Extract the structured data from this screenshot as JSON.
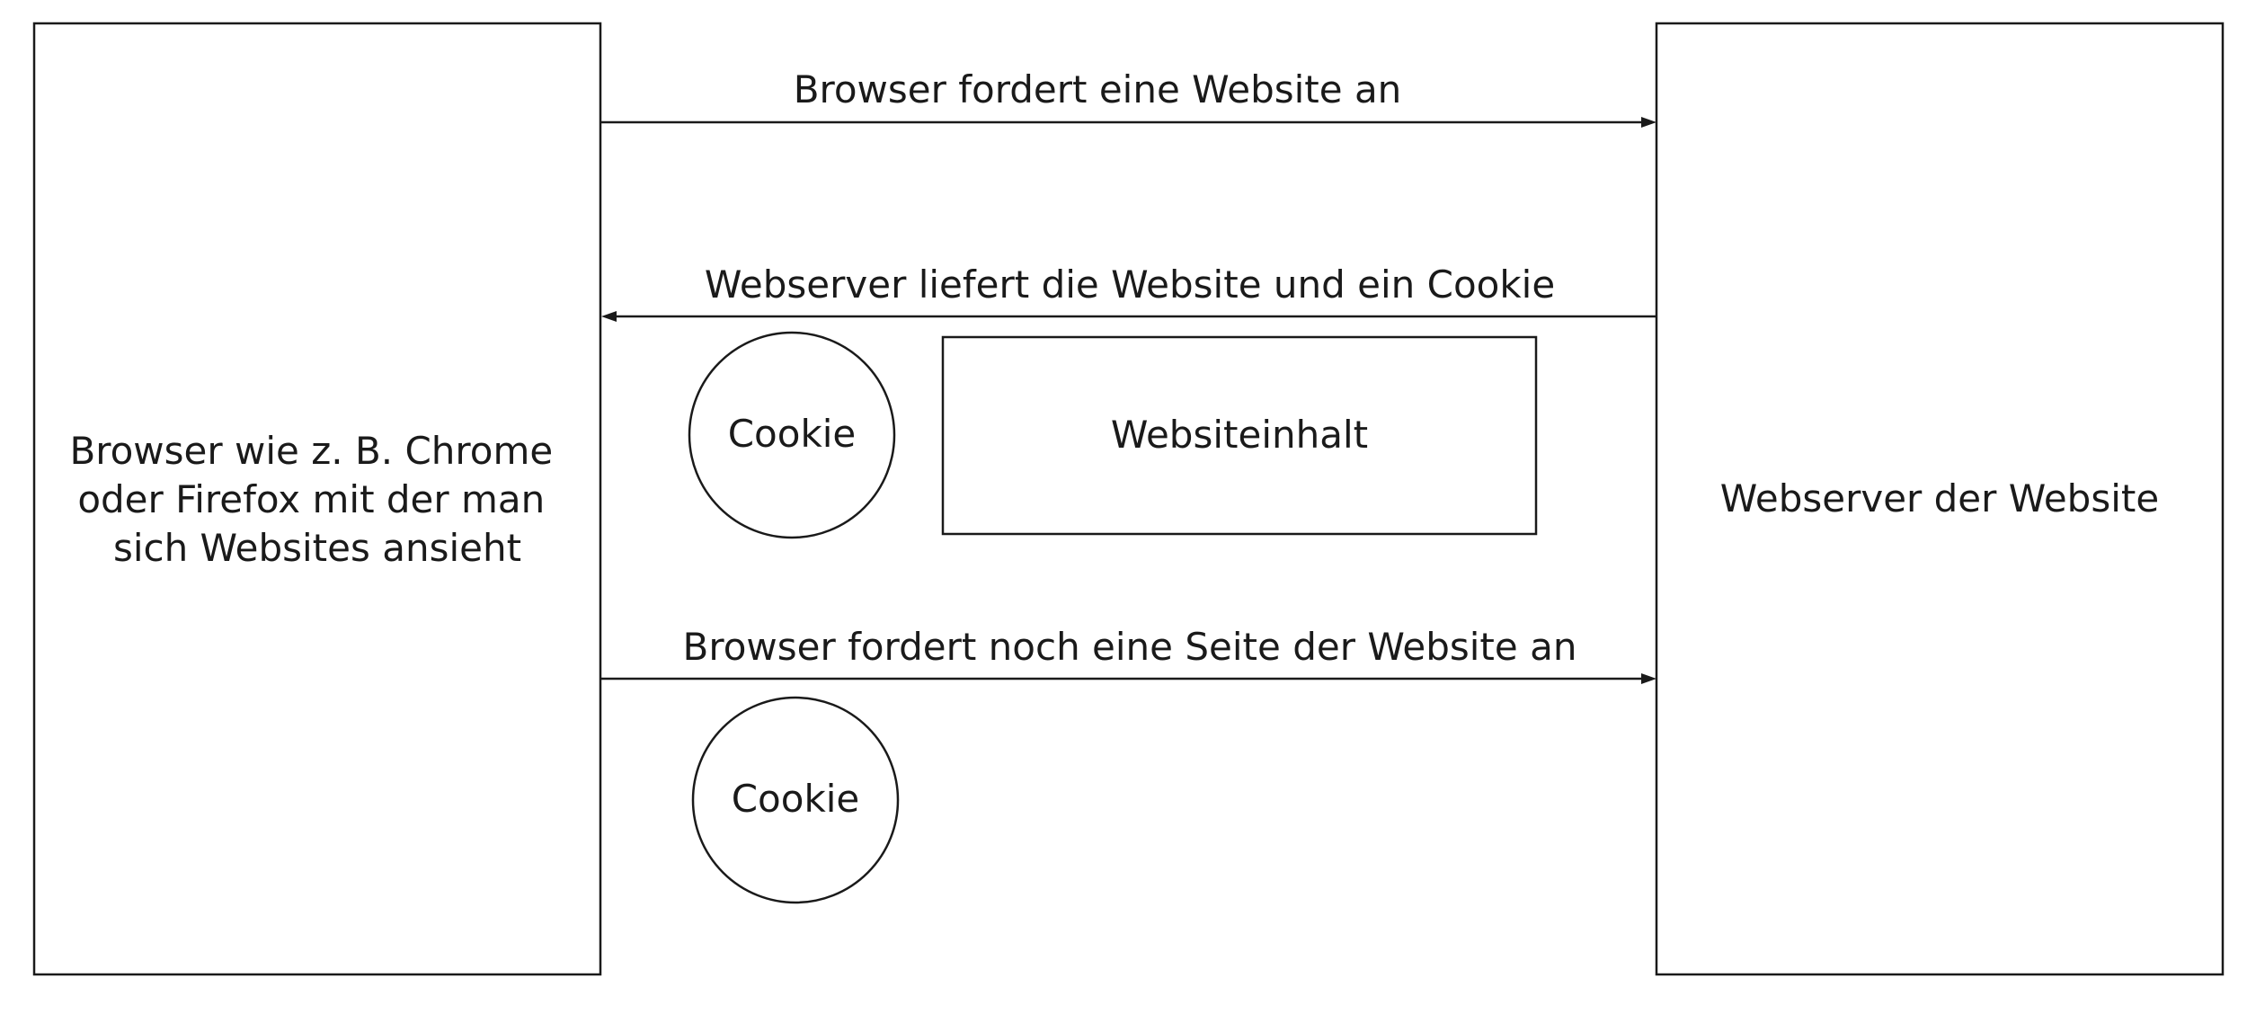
{
  "nodes": {
    "browser": {
      "lines": [
        "Browser wie z. B. Chrome",
        "oder Firefox mit der man",
        "sich Websites ansieht"
      ]
    },
    "webserver": {
      "label": "Webserver der Website"
    },
    "cookie_response": {
      "label": "Cookie"
    },
    "website_content": {
      "label": "Websiteinhalt"
    },
    "cookie_request": {
      "label": "Cookie"
    }
  },
  "edges": {
    "request_page": {
      "label": "Browser fordert eine Website an",
      "from": "browser",
      "to": "webserver"
    },
    "deliver_page": {
      "label": "Webserver liefert die Website und ein Cookie",
      "from": "webserver",
      "to": "browser"
    },
    "request_another": {
      "label": "Browser fordert noch eine Seite der Website an",
      "from": "browser",
      "to": "webserver"
    }
  }
}
